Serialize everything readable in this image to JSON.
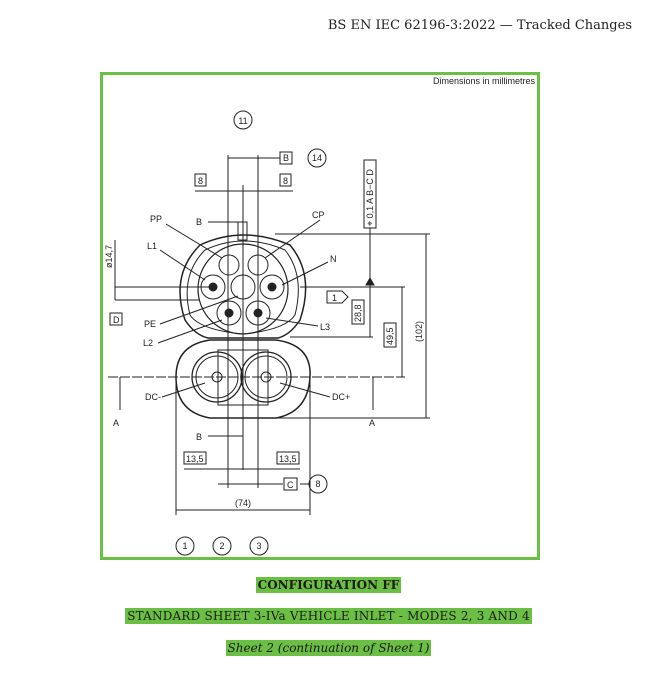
{
  "header": {
    "title": "BS EN IEC 62196-3:2022 — Tracked Changes"
  },
  "figure": {
    "units_note": "Dimensions in millimetres",
    "callouts": [
      "11",
      "14",
      "8",
      "1",
      "2",
      "3"
    ],
    "datum_b": "B",
    "datum_c": "C",
    "datum_d": "D",
    "section_a": "A",
    "section_b": "B",
    "dim_8": "8",
    "dim_13_5": "13,5",
    "dim_74": "(74)",
    "dim_102": "(102)",
    "dim_49_5": "49,5",
    "dim_28_8": "28,8",
    "dim_dia": "ø14,7",
    "flag_1": "1",
    "tolerance": "⌖ 0,1 A B−C D",
    "pins": {
      "pp": "PP",
      "cp": "CP",
      "l1": "L1",
      "n": "N",
      "pe": "PE",
      "l2": "L2",
      "l3": "L3",
      "dcm": "DC-",
      "dcp": "DC+"
    }
  },
  "captions": {
    "title": "CONFIGURATION FF",
    "subtitle": "STANDARD SHEET 3-IVa VEHICLE INLET - MODES 2, 3 AND 4",
    "sheet": "Sheet 2 (continuation of Sheet 1)"
  },
  "colors": {
    "highlight": "#6cbf45"
  }
}
